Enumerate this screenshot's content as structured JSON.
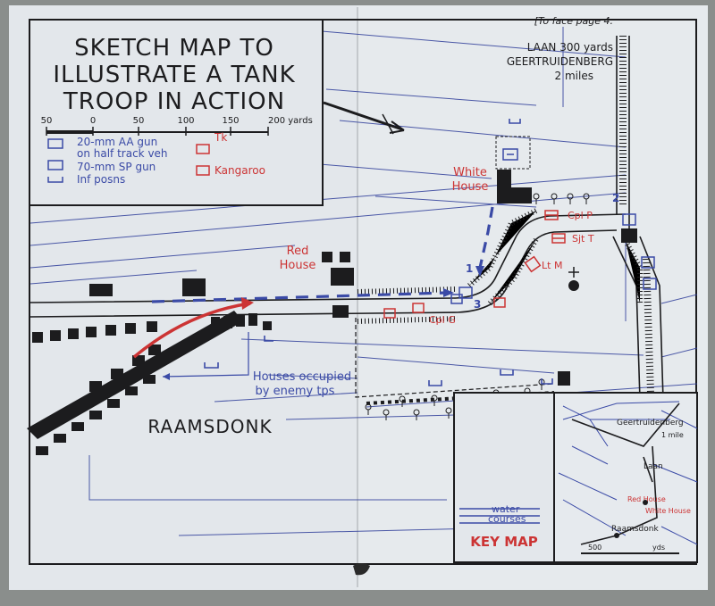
{
  "header_note": "[To face page 4.",
  "title": {
    "line1": "SKETCH MAP TO",
    "line2": "ILLUSTRATE A TANK",
    "line3": "TROOP IN ACTION"
  },
  "scale": {
    "ticks": [
      "50",
      "0",
      "50",
      "100",
      "150",
      "200 yards"
    ]
  },
  "legend": {
    "aa_gun_line1": "20-mm AA gun",
    "aa_gun_line2": "on half track veh",
    "sp_gun": "70-mm SP gun",
    "inf_posns": "Inf posns",
    "tank": "Tk",
    "kangaroo": "Kangaroo"
  },
  "labels": {
    "laan_line1": "LAAN 300 yards",
    "laan_line2": "GEERTRUIDENBERG",
    "laan_line3": "2 miles",
    "white_house_1": "White",
    "white_house_2": "House",
    "red_house_1": "Red",
    "red_house_2": "House",
    "cpl_p": "Cpl P",
    "sjt_t": "Sjt T",
    "lt_m": "Lt M",
    "cpl_g": "Cpl G",
    "num_1": "1",
    "num_2": "2",
    "num_3": "3",
    "houses_line1": "Houses occupied",
    "houses_line2": "by enemy tps",
    "town": "RAAMSDONK"
  },
  "key_map": {
    "title": "KEY MAP",
    "water_1": "water",
    "water_2": "courses",
    "geertruidenberg": "Geertruidenberg",
    "mile": "1 mile",
    "laan": "Laan",
    "red_house": "Red House",
    "white_house": "White House",
    "raamsdonk": "Raamsdonk",
    "scale_500": "500",
    "yds": "yds"
  },
  "colors": {
    "paper": "#e4e8ec",
    "ink": "#1c1c1e",
    "blue": "#3a4aa6",
    "red": "#cc3434"
  }
}
